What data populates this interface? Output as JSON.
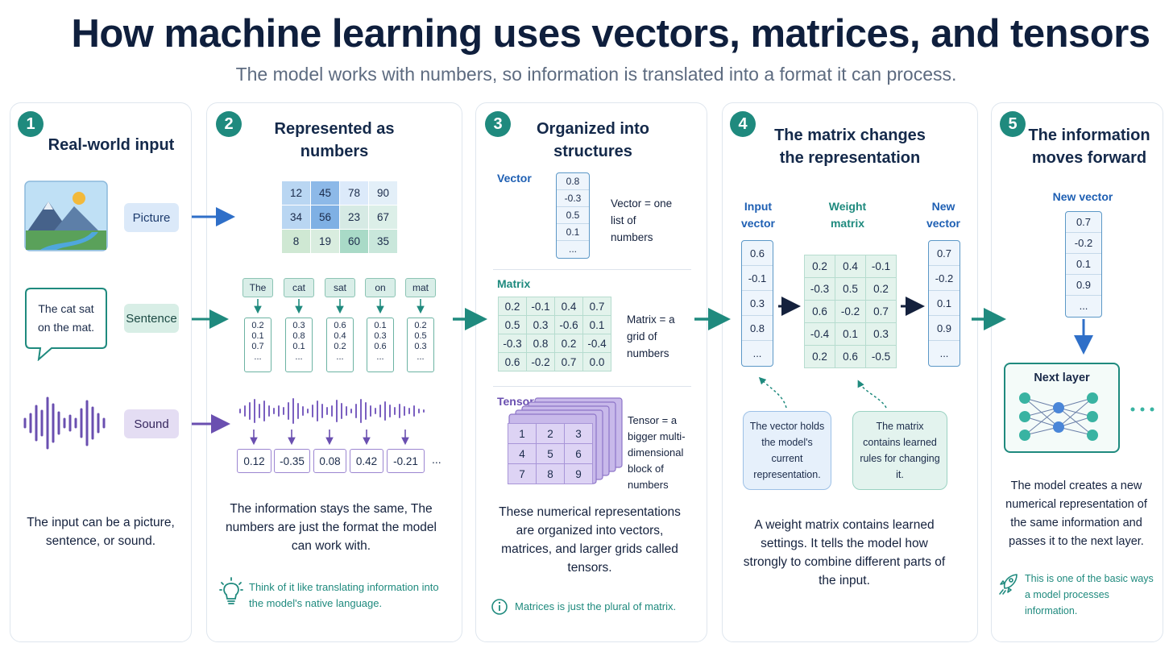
{
  "title": "How machine learning uses vectors, matrices, and tensors",
  "subtitle": "The model works with numbers, so information is translated into a format it can process.",
  "panels": [
    {
      "number": "1",
      "title": "Real-world input",
      "inputs": {
        "picture": "Picture",
        "sentence": "Sentence",
        "sound": "Sound"
      },
      "speech_text": "The cat sat on the mat.",
      "body": "The input can be a picture, sentence, or sound."
    },
    {
      "number": "2",
      "title": "Represented as numbers",
      "image_grid": [
        [
          "12",
          "45",
          "78",
          "90"
        ],
        [
          "34",
          "56",
          "23",
          "67"
        ],
        [
          "8",
          "19",
          "60",
          "35"
        ]
      ],
      "words": [
        "The",
        "cat",
        "sat",
        "on",
        "mat"
      ],
      "word_vectors": [
        [
          "0.2",
          "0.1",
          "0.7",
          "..."
        ],
        [
          "0.3",
          "0.8",
          "0.1",
          "..."
        ],
        [
          "0.6",
          "0.4",
          "0.2",
          "..."
        ],
        [
          "0.1",
          "0.3",
          "0.6",
          "..."
        ],
        [
          "0.2",
          "0.5",
          "0.3",
          "..."
        ]
      ],
      "sound_values": [
        "0.12",
        "-0.35",
        "0.08",
        "0.42",
        "-0.21"
      ],
      "sound_more": "...",
      "body": "The information stays the same, The numbers are just the format the model can work with.",
      "note": "Think of it like translating information into the model's native language."
    },
    {
      "number": "3",
      "title": "Organized into structures",
      "vector_label": "Vector",
      "vector_values": [
        "0.8",
        "-0.3",
        "0.5",
        "0.1",
        "..."
      ],
      "vector_desc": "Vector = one list of numbers",
      "matrix_label": "Matrix",
      "matrix_values": [
        [
          "0.2",
          "-0.1",
          "0.4",
          "0.7"
        ],
        [
          "0.5",
          "0.3",
          "-0.6",
          "0.1"
        ],
        [
          "-0.3",
          "0.8",
          "0.2",
          "-0.4"
        ],
        [
          "0.6",
          "-0.2",
          "0.7",
          "0.0"
        ]
      ],
      "matrix_desc": "Matrix = a grid of numbers",
      "tensor_label": "Tensor",
      "tensor_values": [
        [
          "1",
          "2",
          "3"
        ],
        [
          "4",
          "5",
          "6"
        ],
        [
          "7",
          "8",
          "9"
        ]
      ],
      "tensor_desc": "Tensor = a bigger multi-dimensional block of numbers",
      "body": "These numerical representations are organized into vectors, matrices, and larger grids called tensors.",
      "note": "Matrices is just the plural of matrix."
    },
    {
      "number": "4",
      "title": "The matrix changes the representation",
      "input_label": "Input vector",
      "input_values": [
        "0.6",
        "-0.1",
        "0.3",
        "0.8",
        "..."
      ],
      "weight_label": "Weight matrix",
      "weight_values": [
        [
          "0.2",
          "0.4",
          "-0.1"
        ],
        [
          "-0.3",
          "0.5",
          "0.2"
        ],
        [
          "0.6",
          "-0.2",
          "0.7"
        ],
        [
          "-0.4",
          "0.1",
          "0.3"
        ],
        [
          "0.2",
          "0.6",
          "-0.5"
        ]
      ],
      "output_label": "New vector",
      "output_values": [
        "0.7",
        "-0.2",
        "0.1",
        "0.9",
        "..."
      ],
      "callout_vector": "The vector holds the model's current representation.",
      "callout_matrix": "The matrix contains learned rules for changing it.",
      "body": "A weight matrix contains learned settings. It tells the model how strongly to combine different parts of the input."
    },
    {
      "number": "5",
      "title": "The information moves forward",
      "new_vector_label": "New vector",
      "new_vector_values": [
        "0.7",
        "-0.2",
        "0.1",
        "0.9",
        "..."
      ],
      "next_layer": "Next layer",
      "body": "The model creates a new numerical representation of the same information and passes it to the next layer.",
      "note": "This is one of the basic ways a model processes information."
    }
  ]
}
